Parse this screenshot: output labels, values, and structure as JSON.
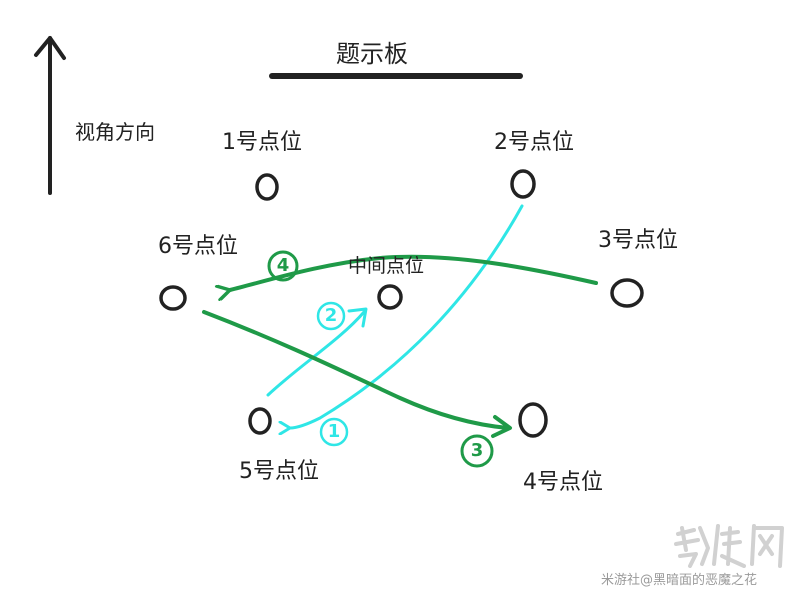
{
  "title": "题示板",
  "view_direction_label": "视角方向",
  "points": {
    "p1": "1号点位",
    "p2": "2号点位",
    "p3": "3号点位",
    "p4": "4号点位",
    "p5": "5号点位",
    "p6": "6号点位",
    "center": "中间点位"
  },
  "steps": [
    {
      "label": "1",
      "from": "2号点位",
      "to": "5号点位",
      "color": "#2fe6e6"
    },
    {
      "label": "2",
      "from": "5号点位",
      "to": "中间点位",
      "color": "#2fe6e6"
    },
    {
      "label": "3",
      "from": "6号点位",
      "to": "4号点位",
      "color": "#1f9a48"
    },
    {
      "label": "4",
      "from": "3号点位",
      "to": "6号点位",
      "color": "#1f9a48"
    }
  ],
  "colors": {
    "cyan_path": "#2fe6e6",
    "green_path": "#1f9a48",
    "ink": "#222222"
  },
  "watermark": "米游社@黑暗面的恶魔之花",
  "logo_text": "聚侠网"
}
